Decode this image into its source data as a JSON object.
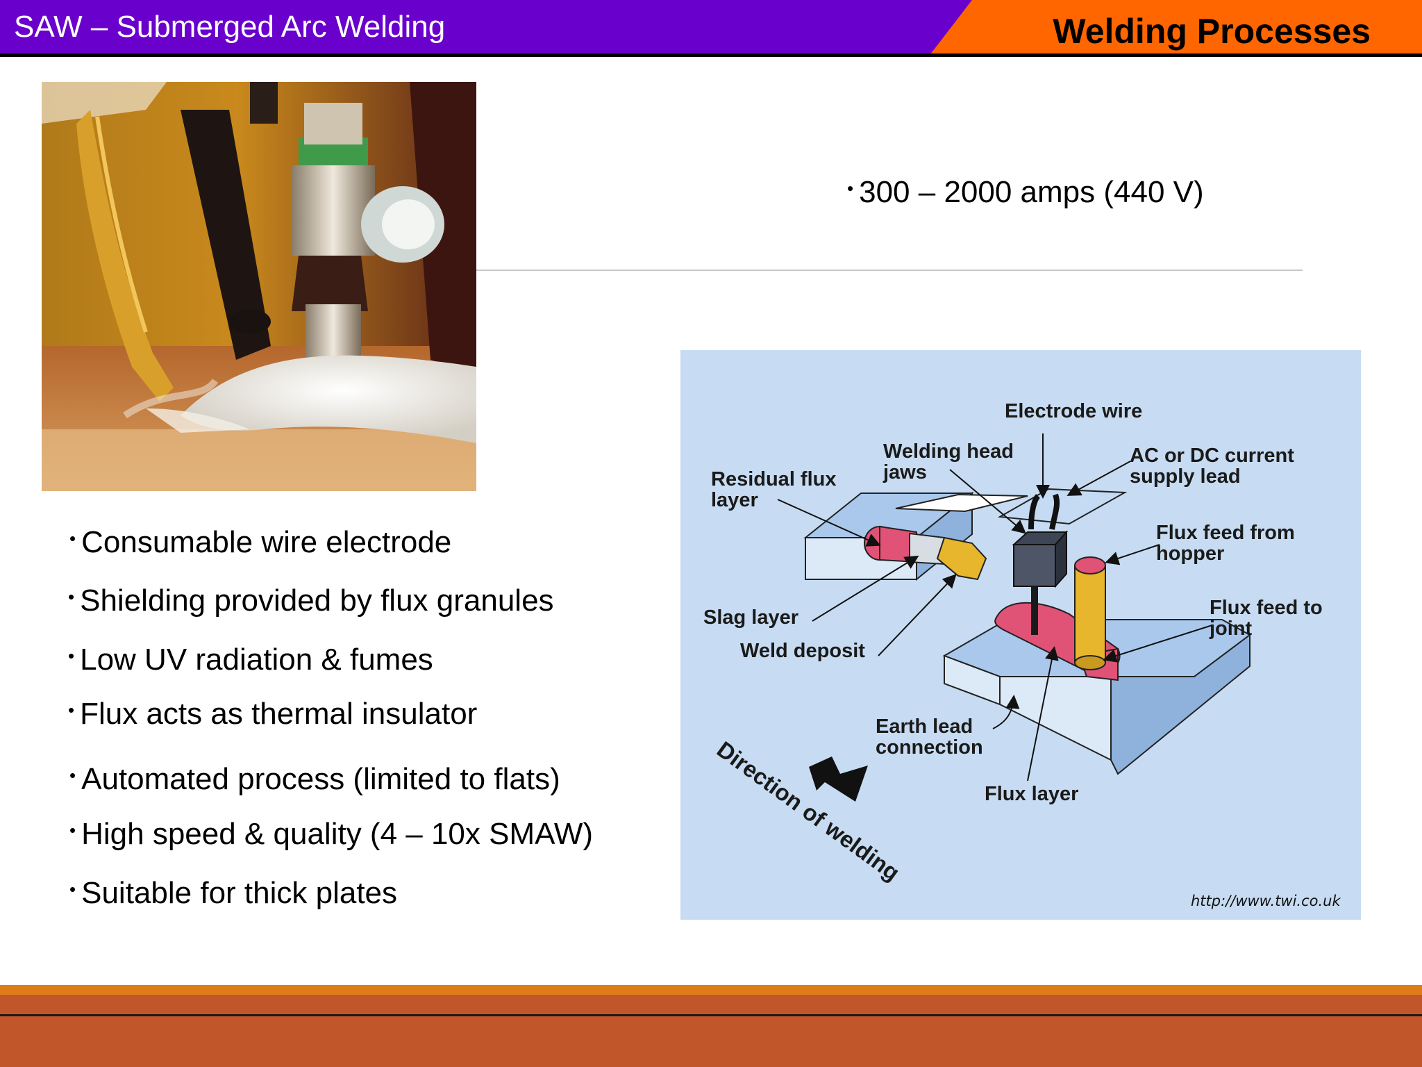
{
  "header": {
    "title": "SAW – Submerged Arc Welding",
    "brand": "Welding Processes",
    "colors": {
      "left": "#6a00cc",
      "right": "#ff6600"
    }
  },
  "amps": "300 – 2000 amps (440 V)",
  "bullets": [
    "Consumable wire electrode",
    "Shielding provided by flux granules",
    "Low UV radiation & fumes",
    "Flux acts as thermal insulator",
    "Automated process (limited to flats)",
    "High speed & quality (4 – 10x SMAW)",
    "Suitable for thick plates"
  ],
  "diagram": {
    "labels": {
      "electrode_wire": "Electrode wire",
      "welding_head_1": "Welding head",
      "welding_head_2": "jaws",
      "ac_dc_1": "AC or DC current",
      "ac_dc_2": "supply lead",
      "residual_1": "Residual flux",
      "residual_2": "layer",
      "flux_hopper_1": "Flux feed from",
      "flux_hopper_2": "hopper",
      "slag": "Slag layer",
      "flux_joint_1": "Flux feed to",
      "flux_joint_2": "joint",
      "weld_deposit": "Weld deposit",
      "earth_1": "Earth lead",
      "earth_2": "connection",
      "flux_layer": "Flux layer",
      "direction": "Direction of welding"
    },
    "credit": "http://www.twi.co.uk"
  }
}
